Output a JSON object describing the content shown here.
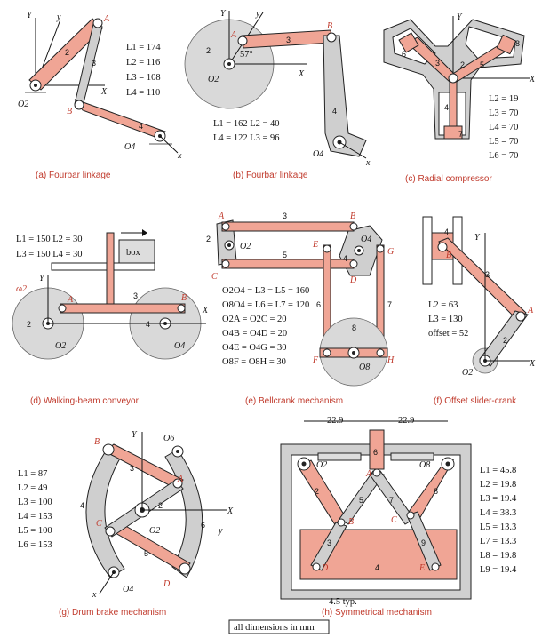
{
  "panels": {
    "a": {
      "caption": "(a) Fourbar linkage",
      "eqs": [
        "L1 = 174",
        "L2 = 116",
        "L3 = 108",
        "L4 = 110"
      ],
      "labels": {
        "Y": "Y",
        "y": "y",
        "X": "X",
        "x": "x",
        "A": "A",
        "B": "B",
        "O2": "O2",
        "O4": "O4",
        "n2": "2",
        "n3": "3",
        "n4": "4"
      }
    },
    "b": {
      "caption": "(b) Fourbar linkage",
      "eqs": [
        "L1 = 162  L2 = 40",
        "L4 = 122  L3 = 96"
      ],
      "angle": "57°",
      "labels": {
        "Y": "Y",
        "y": "y",
        "X": "X",
        "x": "x",
        "A": "A",
        "B": "B",
        "O2": "O2",
        "O4": "O4",
        "n2": "2",
        "n3": "3",
        "n4": "4"
      }
    },
    "c": {
      "caption": "(c) Radial compressor",
      "eqs": [
        "L2 = 19",
        "L3 = 70",
        "L4 = 70",
        "L5 = 70",
        "L6 = 70"
      ],
      "labels": {
        "Y": "Y",
        "X": "X",
        "n2": "2",
        "n3": "3",
        "n4": "4",
        "n5": "5",
        "n6": "6",
        "n7": "7",
        "n8": "8"
      }
    },
    "d": {
      "caption": "(d) Walking-beam conveyor",
      "eqs": [
        "L1 = 150  L2 = 30",
        "L3 = 150  L4 = 30"
      ],
      "box": "box",
      "labels": {
        "Y": "Y",
        "X": "X",
        "A": "A",
        "B": "B",
        "O2": "O2",
        "O4": "O4",
        "w2": "ω2",
        "n2": "2",
        "n3": "3",
        "n4": "4"
      }
    },
    "e": {
      "caption": "(e) Bellcrank mechanism",
      "eqs": [
        "O2O4 = L3 = L5 = 160",
        "O8O4 = L6 = L7 = 120",
        "O2A = O2C = 20",
        "O4B = O4D = 20",
        "O4E = O4G = 30",
        "O8F = O8H = 30"
      ],
      "labels": {
        "A": "A",
        "B": "B",
        "C": "C",
        "D": "D",
        "E": "E",
        "F": "F",
        "G": "G",
        "H": "H",
        "O2": "O2",
        "O4": "O4",
        "O8": "O8",
        "n2": "2",
        "n3": "3",
        "n4": "4",
        "n5": "5",
        "n6": "6",
        "n7": "7",
        "n8": "8"
      }
    },
    "f": {
      "caption": "(f) Offset slider-crank",
      "eqs": [
        "L2 = 63",
        "L3 = 130",
        "offset = 52"
      ],
      "labels": {
        "Y": "Y",
        "X": "X",
        "A": "A",
        "B": "B",
        "O2": "O2",
        "n2": "2",
        "n3": "3",
        "n4": "4"
      }
    },
    "g": {
      "caption": "(g) Drum brake mechanism",
      "eqs": [
        "L1 = 87",
        "L2 = 49",
        "L3 = 100",
        "L4 = 153",
        "L5 = 100",
        "L6 = 153"
      ],
      "labels": {
        "Y": "Y",
        "y": "y",
        "X": "X",
        "x": "x",
        "A": "A",
        "B": "B",
        "C": "C",
        "D": "D",
        "O2": "O2",
        "O4": "O4",
        "O6": "O6",
        "n2": "2",
        "n3": "3",
        "n4": "4",
        "n5": "5",
        "n6": "6"
      }
    },
    "h": {
      "caption": "(h) Symmetrical mechanism",
      "eqs": [
        "L1 = 45.8",
        "L2 = 19.8",
        "L3 = 19.4",
        "L4 = 38.3",
        "L5 = 13.3",
        "L7 = 13.3",
        "L8 = 19.8",
        "L9 = 19.4"
      ],
      "dim1": "22.9",
      "dim2": "22.9",
      "typ": "4.5 typ.",
      "labels": {
        "A": "A",
        "B": "B",
        "C": "C",
        "D": "D",
        "E": "E",
        "O2": "O2",
        "O8": "O8",
        "n2": "2",
        "n3": "3",
        "n4": "4",
        "n5": "5",
        "n6": "6",
        "n7": "7",
        "n8": "8",
        "n9": "9"
      }
    }
  },
  "footer": "all dimensions in mm"
}
